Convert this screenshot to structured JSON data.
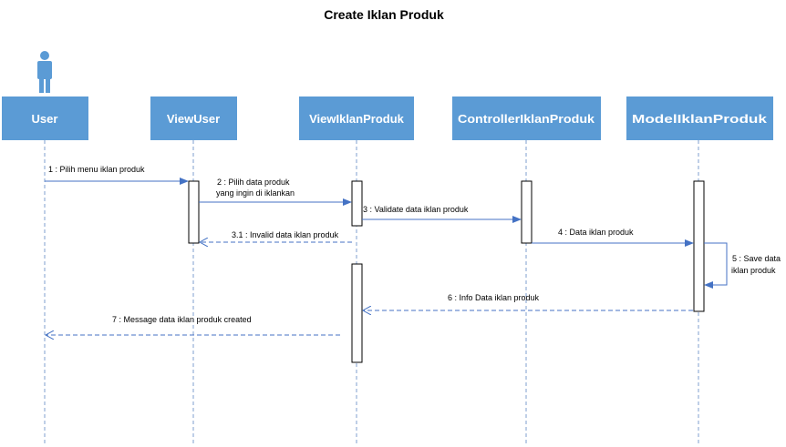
{
  "title": "Create Iklan Produk",
  "colors": {
    "lifeline_fill": "#5b9bd5",
    "lifeline_text": "#ffffff",
    "message_line": "#4472c4",
    "lifeline_dash": "#7f9fcf",
    "activation_border": "#000000"
  },
  "actor": {
    "icon": "person-icon",
    "label": "User"
  },
  "lifelines": [
    {
      "id": "user",
      "label": "User"
    },
    {
      "id": "viewuser",
      "label": "ViewUser"
    },
    {
      "id": "viewiklan",
      "label": "ViewIklanProduk"
    },
    {
      "id": "controller",
      "label": "ControllerIklanProduk"
    },
    {
      "id": "model",
      "label": "ModelIklanProduk"
    }
  ],
  "messages": [
    {
      "id": "m1",
      "label": [
        "1 : Pilih menu iklan produk"
      ],
      "from": "user",
      "to": "viewuser",
      "style": "solid"
    },
    {
      "id": "m2",
      "label": [
        "2 : Pilih data produk",
        "yang ingin di iklankan"
      ],
      "from": "viewuser",
      "to": "viewiklan",
      "style": "solid"
    },
    {
      "id": "m3",
      "label": [
        "3 : Validate data iklan produk"
      ],
      "from": "viewiklan",
      "to": "controller",
      "style": "solid"
    },
    {
      "id": "m31",
      "label": [
        "3.1 : Invalid data iklan produk"
      ],
      "from": "viewiklan",
      "to": "viewuser",
      "style": "dashed"
    },
    {
      "id": "m4",
      "label": [
        "4 : Data iklan produk"
      ],
      "from": "controller",
      "to": "model",
      "style": "solid"
    },
    {
      "id": "m5",
      "label": [
        "5 : Save data",
        "iklan produk"
      ],
      "from": "model",
      "to": "model",
      "style": "self"
    },
    {
      "id": "m6",
      "label": [
        "6 : Info Data iklan produk"
      ],
      "from": "model",
      "to": "viewiklan",
      "style": "dashed"
    },
    {
      "id": "m7",
      "label": [
        "7 : Message data iklan produk created"
      ],
      "from": "viewiklan",
      "to": "user",
      "style": "dashed"
    }
  ]
}
